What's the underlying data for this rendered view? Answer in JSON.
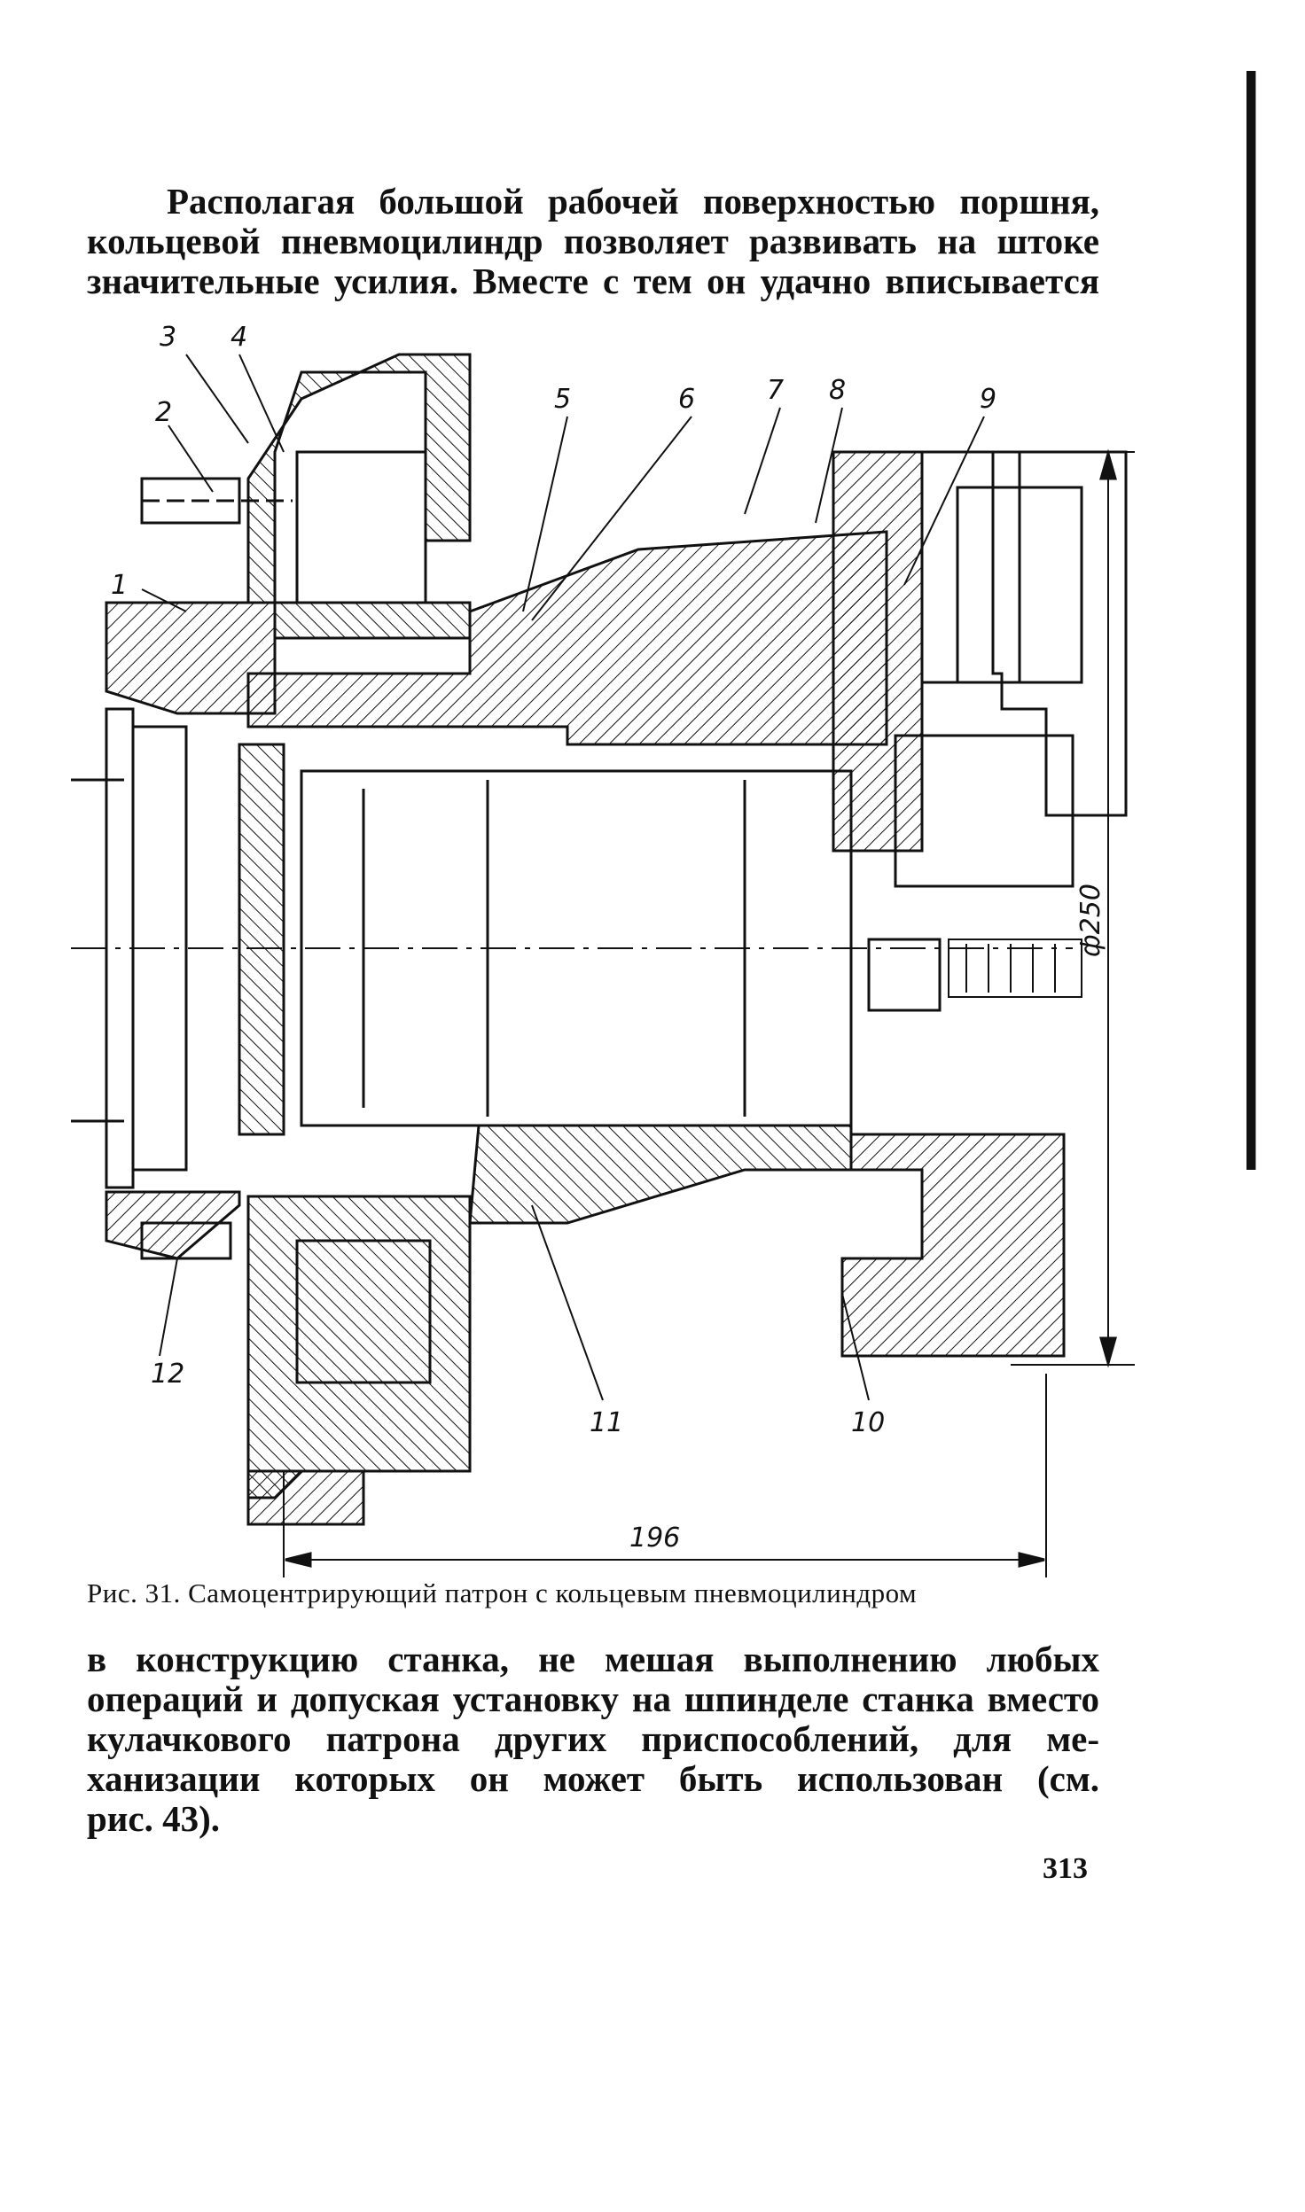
{
  "paragraph_top": [
    "Располагая большой рабочей поверхностью поршня,",
    "кольцевой пневмоцилиндр позволяет развивать на штоке",
    "значительные усилия. Вместе с тем он удачно вписывается"
  ],
  "figure": {
    "callouts": [
      "1",
      "2",
      "3",
      "4",
      "5",
      "6",
      "7",
      "8",
      "9",
      "10",
      "11",
      "12"
    ],
    "dim_diameter": "ф250",
    "dim_length": "196"
  },
  "caption": "Рис. 31. Самоцентрирующий патрон с кольцевым пневмоцилиндром",
  "paragraph_bottom": [
    "в конструкцию станка, не мешая выполнению любых",
    "операций и допуская установку на шпинделе станка вместо",
    "кулачкового патрона других приспособлений, для ме-",
    "ханизации которых он может быть использован (см.",
    "рис. 43)."
  ],
  "page_number": "313"
}
